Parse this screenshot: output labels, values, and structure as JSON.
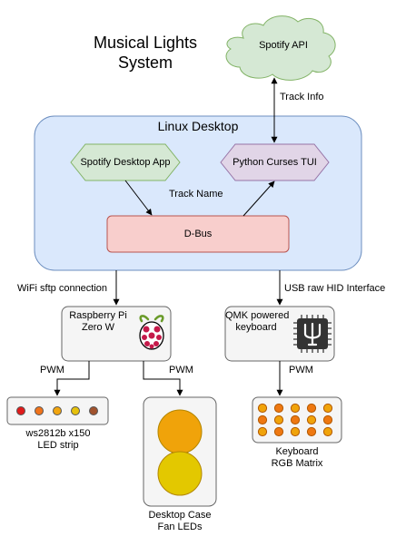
{
  "title": {
    "line1": "Musical Lights",
    "line2": "System"
  },
  "cloud": {
    "label": "Spotify API"
  },
  "edge_labels": {
    "track_info": "Track Info",
    "track_name": "Track Name",
    "wifi": "WiFi sftp connection",
    "usb": "USB raw HID Interface",
    "pwm1": "PWM",
    "pwm2": "PWM",
    "pwm3": "PWM"
  },
  "linux": {
    "title": "Linux Desktop",
    "spotify_app": "Spotify Desktop App",
    "python_tui": "Python Curses TUI",
    "dbus": "D-Bus"
  },
  "rpi": {
    "line1": "Raspberry Pi",
    "line2": "Zero W"
  },
  "qmk": {
    "line1": "QMK powered",
    "line2": "keyboard"
  },
  "led_strip": {
    "line1": "ws2812b x150",
    "line2": "LED strip",
    "led_colors": [
      "#e01b1b",
      "#f0731a",
      "#f2a50f",
      "#e6c10c",
      "#a0522d"
    ]
  },
  "fan": {
    "line1": "Desktop Case",
    "line2": "Fan LEDs",
    "colors": [
      "#f0a30a",
      "#e3c800"
    ]
  },
  "matrix": {
    "line1": "Keyboard",
    "line2": "RGB Matrix",
    "colors": [
      "#f0a30a",
      "#ee7811"
    ]
  },
  "colors": {
    "cloud_fill": "#d5e8d4",
    "linux_fill": "#dae8fc",
    "linux_stroke": "#6c8ebf",
    "spotify_fill": "#d5e8d4",
    "python_fill": "#e1d5e7",
    "dbus_fill": "#f8cecc",
    "dbus_stroke": "#b85450",
    "device_fill": "#f5f5f5"
  }
}
